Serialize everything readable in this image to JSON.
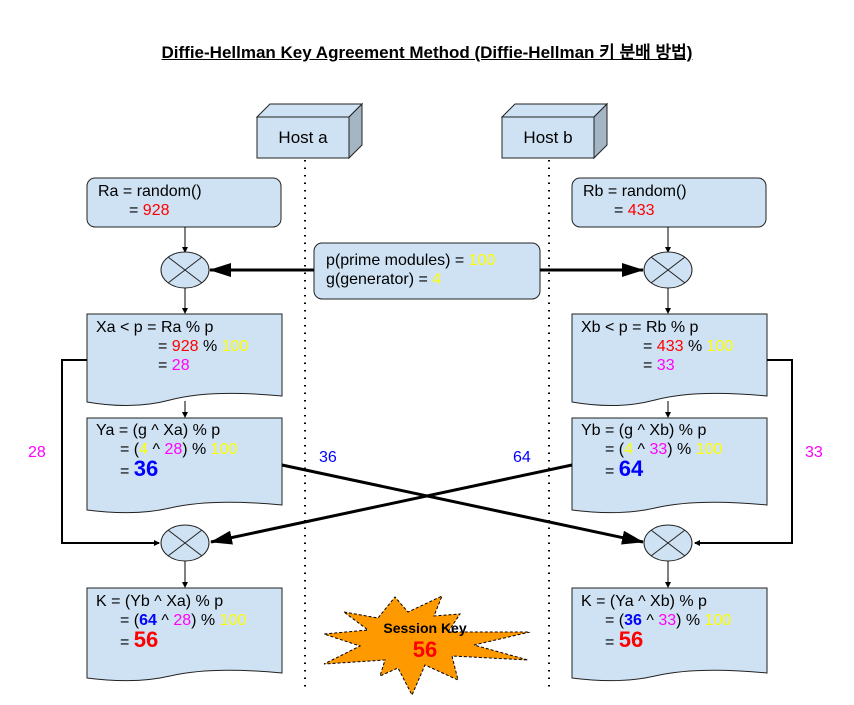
{
  "title": "Diffie-Hellman Key Agreement Method (Diffie-Hellman 키 분배 방법)",
  "hosts": {
    "a": "Host a",
    "b": "Host b"
  },
  "shared": {
    "p_label": "p(prime modules) = ",
    "p_value": "100",
    "g_label": "g(generator) = ",
    "g_value": "4"
  },
  "host_a": {
    "random": {
      "line1": "Ra = random()",
      "eq": "= ",
      "value": "928"
    },
    "private": {
      "line1": "Xa < p = Ra % p",
      "eq": "= ",
      "r": "928",
      "mod": " % ",
      "p": "100",
      "eq2": "= ",
      "result": "28"
    },
    "public": {
      "line1": "Ya = (g ^ Xa) % p",
      "open": "= (",
      "g": "4",
      "caret": " ^ ",
      "x": "28",
      "close": ") % ",
      "p": "100",
      "eq": "= ",
      "result": "36"
    },
    "key": {
      "line1": "K = (Yb ^ Xa) % p",
      "open": "= (",
      "y": "64",
      "caret": " ^ ",
      "x": "28",
      "close": ") % ",
      "p": "100",
      "eq": "= ",
      "result": "56"
    }
  },
  "host_b": {
    "random": {
      "line1": "Rb = random()",
      "eq": "= ",
      "value": "433"
    },
    "private": {
      "line1": "Xb < p = Rb % p",
      "eq": "= ",
      "r": "433",
      "mod": " % ",
      "p": "100",
      "eq2": "= ",
      "result": "33"
    },
    "public": {
      "line1": "Yb = (g ^ Xb) % p",
      "open": "= (",
      "g": "4",
      "caret": " ^ ",
      "x": "33",
      "close": ") % ",
      "p": "100",
      "eq": "= ",
      "result": "64"
    },
    "key": {
      "line1": "K = (Ya ^ Xb) % p",
      "open": "= (",
      "y": "36",
      "caret": " ^ ",
      "x": "33",
      "close": ") % ",
      "p": "100",
      "eq": "= ",
      "result": "56"
    }
  },
  "edge_labels": {
    "xa": "28",
    "xb": "33",
    "ya": "36",
    "yb": "64"
  },
  "session_key": {
    "label": "Session Key",
    "value": "56"
  },
  "colors": {
    "box_fill": "#cfe2f3",
    "random": "#ff0000",
    "param": "#ffff00",
    "private": "#ff00ff",
    "public": "#0000ff",
    "key": "#ff0000",
    "burst": "#ff9900"
  }
}
